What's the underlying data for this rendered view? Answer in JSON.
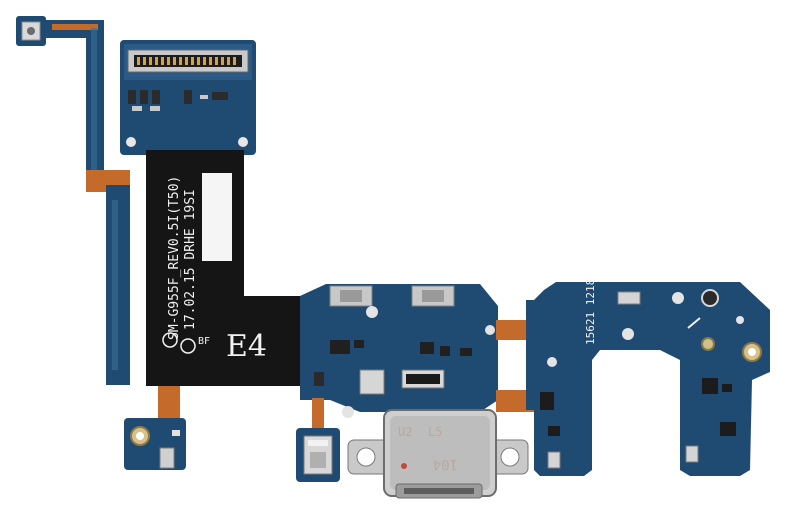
{
  "photo": {
    "subject": "Charging port flex cable board",
    "background_color": "#ffffff",
    "board_color": "#1f4a72",
    "flex_color": "#c46a2a",
    "stiffener_color": "#151515"
  },
  "silkscreen": {
    "model_line": "SM-G955F_REV0.5I(T50)",
    "date_line": "17.02.15 DRHE 19SI",
    "brand_marks": "BF",
    "board_code": "E4",
    "vertical_code": "15621 1218",
    "usb_mark_top": "U2",
    "usb_mark_top_right": "L5",
    "usb_mark_bottom": "104"
  }
}
